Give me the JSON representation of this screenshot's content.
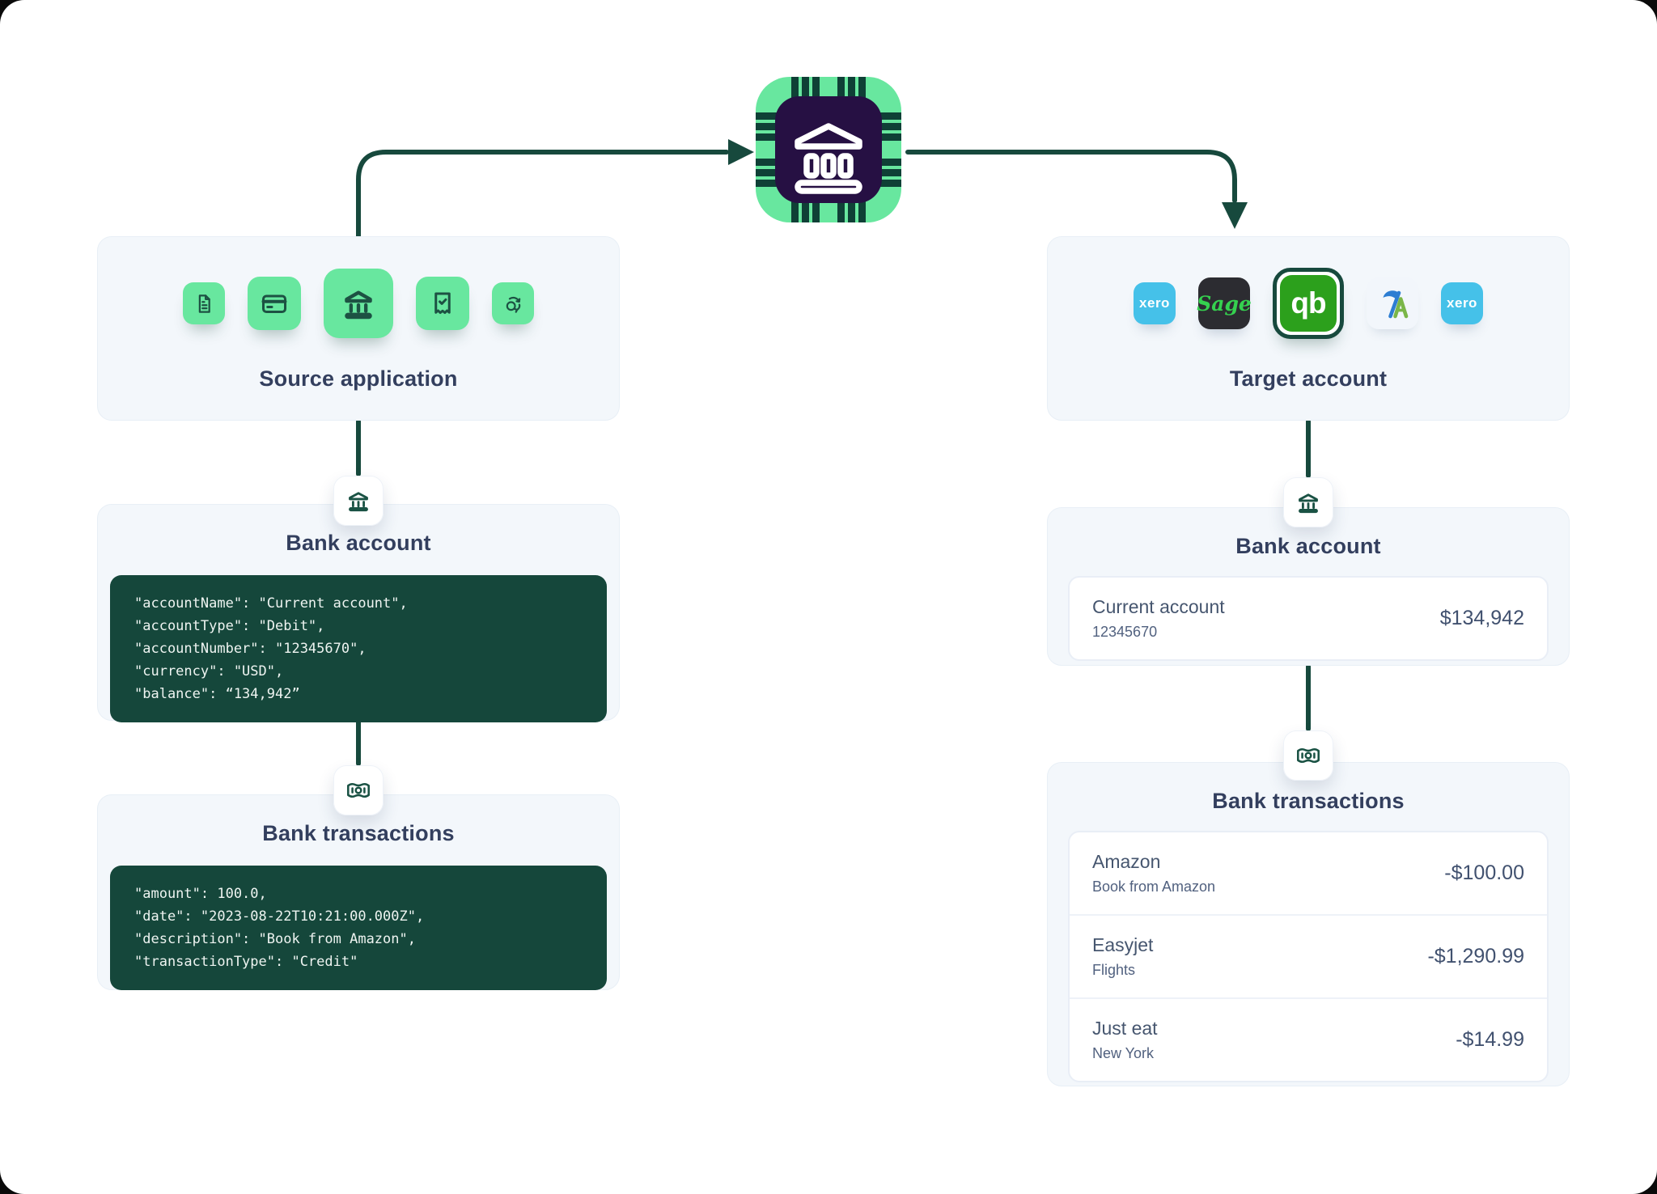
{
  "diagram": {
    "hub": {
      "icon": "bank-chip"
    },
    "source": {
      "title": "Source application",
      "icons": [
        "document",
        "credit-card",
        "bank",
        "receipt-check",
        "sync"
      ]
    },
    "target": {
      "title": "Target account",
      "apps": [
        {
          "name": "xero",
          "label": "xero"
        },
        {
          "name": "sage",
          "label": "Sage"
        },
        {
          "name": "quickbooks",
          "label": "qb",
          "highlighted": true
        },
        {
          "name": "freeagent",
          "label": ""
        },
        {
          "name": "xero",
          "label": "xero"
        }
      ]
    },
    "source_bank_account": {
      "title": "Bank account",
      "code": [
        "\"accountName\": \"Current account\",",
        "\"accountType\": \"Debit\",",
        "\"accountNumber\": \"12345670\",",
        "\"currency\": \"USD\",",
        "\"balance\": “134,942”"
      ]
    },
    "source_bank_transactions": {
      "title": "Bank transactions",
      "code": [
        "\"amount\": 100.0,",
        "\"date\": \"2023-08-22T10:21:00.000Z\",",
        "\"description\": \"Book from Amazon\",",
        "\"transactionType\": \"Credit\""
      ]
    },
    "target_bank_account": {
      "title": "Bank account",
      "account_name": "Current account",
      "account_number": "12345670",
      "balance": "$134,942"
    },
    "target_bank_transactions": {
      "title": "Bank transactions",
      "rows": [
        {
          "name": "Amazon",
          "description": "Book from Amazon",
          "amount": "-$100.00"
        },
        {
          "name": "Easyjet",
          "description": "Flights",
          "amount": "-$1,290.99"
        },
        {
          "name": "Just eat",
          "description": "New York",
          "amount": "-$14.99"
        }
      ]
    }
  },
  "colors": {
    "accent_green": "#68e79f",
    "deep_teal": "#17493d",
    "chip_core": "#261043",
    "code_background": "#15473b",
    "heading_text": "#333f5e",
    "xero_blue": "#45c1e9",
    "sage_dark": "#2c2c31",
    "sage_green": "#35d14f",
    "quickbooks_green": "#2ca01c"
  }
}
